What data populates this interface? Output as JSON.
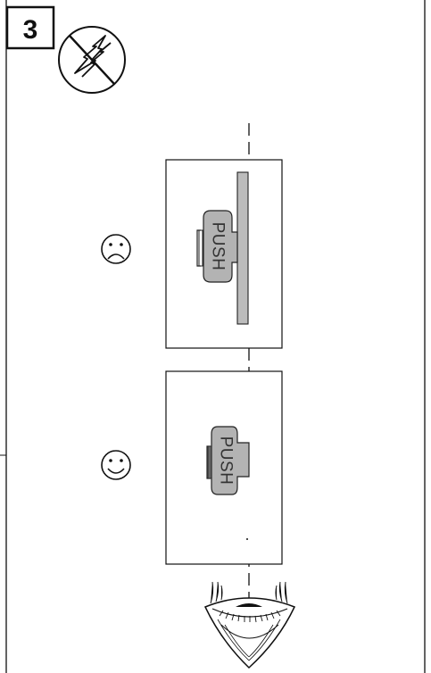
{
  "step": {
    "number": "3"
  },
  "icons": {
    "warning": "no-static-electricity-icon",
    "wrong_face": "frowning-face-icon",
    "right_face": "smiling-face-icon",
    "eye": "eye-icon"
  },
  "faces": {
    "wrong": "☹",
    "right": "☺"
  },
  "panels": [
    {
      "id": "incorrect",
      "latch_label": "PUSH",
      "status": "wrong"
    },
    {
      "id": "correct",
      "latch_label": "PUSH",
      "status": "right"
    }
  ],
  "colors": {
    "line": "#111111",
    "latch_fill": "#b3b3b3",
    "rail_fill": "#bcbcbc"
  }
}
